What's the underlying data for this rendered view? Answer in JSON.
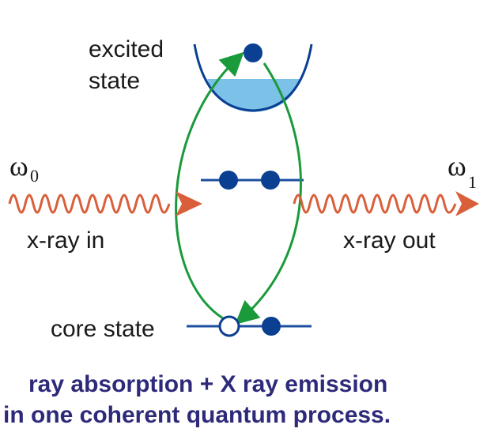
{
  "labels": {
    "excited_line1": "excited",
    "excited_line2": "state",
    "omega_in_symbol": "ω",
    "omega_in_sub": "0",
    "omega_out_symbol": "ω",
    "omega_out_sub": "1",
    "xray_in": "x-ray in",
    "xray_out": "x-ray out",
    "core_state": "core state"
  },
  "caption": {
    "line1": "ray absorption + X ray emission",
    "line2": "in one coherent quantum process."
  },
  "colors": {
    "wave": "#d95f3b",
    "green_path": "#1a9a3a",
    "electron": "#0b3f91",
    "level_line": "#1d4f9e",
    "bowl_fill": "#7cc1e8",
    "bowl_outline": "#0b3f91",
    "caption_text": "#2e2a7a"
  }
}
